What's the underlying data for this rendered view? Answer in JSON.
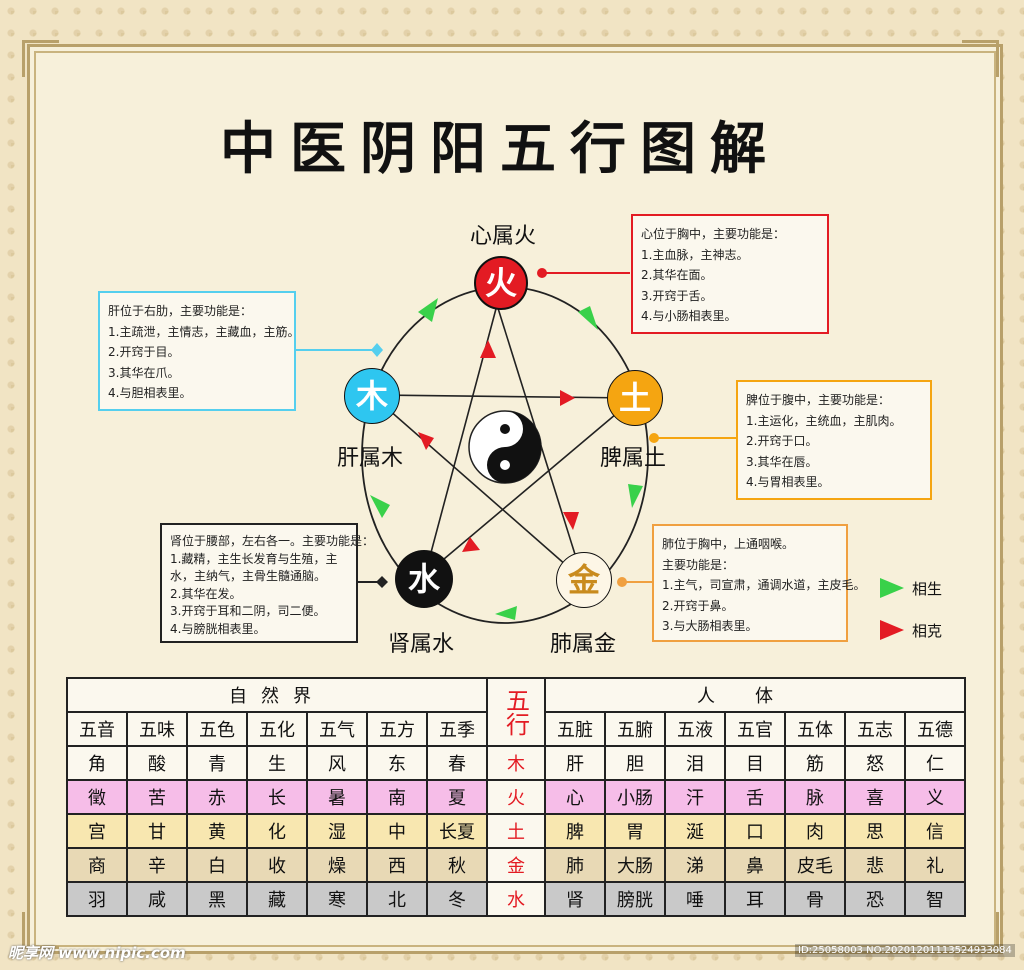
{
  "title": "中医阴阳五行图解",
  "elements": {
    "fire": {
      "char": "火",
      "label": "心属火",
      "color": "#e31b23",
      "text_color": "#ffffff"
    },
    "earth": {
      "char": "土",
      "label": "脾属土",
      "color": "#f5a511",
      "text_color": "#ffffff"
    },
    "metal": {
      "char": "金",
      "label": "肺属金",
      "color": "#fdf6e6",
      "text_color": "#c98b1e"
    },
    "water": {
      "char": "水",
      "label": "肾属水",
      "color": "#111111",
      "text_color": "#ffffff"
    },
    "wood": {
      "char": "木",
      "label": "肝属木",
      "color": "#2ec6f0",
      "text_color": "#ffffff"
    }
  },
  "infoboxes": {
    "heart": {
      "border": "#e31b23",
      "lines": [
        "心位于胸中，主要功能是：",
        "1.主血脉，主神志。",
        "2.其华在面。",
        "3.开窍于舌。",
        "4.与小肠相表里。"
      ]
    },
    "liver": {
      "border": "#55cfee",
      "lines": [
        "肝位于右肋，主要功能是：",
        "1.主疏泄，主情志，主藏血，主筋。",
        "2.开窍于目。",
        "3.其华在爪。",
        "4.与胆相表里。"
      ]
    },
    "spleen": {
      "border": "#f5a511",
      "lines": [
        "脾位于腹中，主要功能是：",
        "1.主运化，主统血，主肌肉。",
        "2.开窍于口。",
        "3.其华在唇。",
        "4.与胃相表里。"
      ]
    },
    "kidney": {
      "border": "#222222",
      "lines": [
        "肾位于腰部，左右各一。主要功能是：",
        "1.藏精，主生长发育与生殖，主",
        "水，主纳气，主骨生髓通脑。",
        "2.其华在发。",
        "3.开窍于耳和二阴，司二便。",
        "4.与膀胱相表里。"
      ]
    },
    "lung": {
      "border": "#f0a040",
      "lines": [
        "肺位于胸中，上通咽喉。",
        "主要功能是：",
        "1.主气，司宣肃，通调水道，主皮毛。",
        "2.开窍于鼻。",
        "3.与大肠相表里。"
      ]
    }
  },
  "legend": {
    "generate": "相生",
    "generate_color": "#39d14a",
    "restrain": "相克",
    "restrain_color": "#e31b23"
  },
  "table": {
    "nature_header": "自然界",
    "wuxing_header": "五行",
    "human_header": "人体",
    "columns": [
      "五音",
      "五味",
      "五色",
      "五化",
      "五气",
      "五方",
      "五季",
      "五脏",
      "五腑",
      "五液",
      "五官",
      "五体",
      "五志",
      "五德"
    ],
    "rows": [
      {
        "color": "#fbf8ee",
        "nature": [
          "角",
          "酸",
          "青",
          "生",
          "风",
          "东",
          "春"
        ],
        "wx": "木",
        "human": [
          "肝",
          "胆",
          "泪",
          "目",
          "筋",
          "怒",
          "仁"
        ]
      },
      {
        "color": "#f6bde8",
        "nature": [
          "徵",
          "苦",
          "赤",
          "长",
          "暑",
          "南",
          "夏"
        ],
        "wx": "火",
        "human": [
          "心",
          "小肠",
          "汗",
          "舌",
          "脉",
          "喜",
          "义"
        ]
      },
      {
        "color": "#f8e7b0",
        "nature": [
          "宫",
          "甘",
          "黄",
          "化",
          "湿",
          "中",
          "长夏"
        ],
        "wx": "土",
        "human": [
          "脾",
          "胃",
          "涎",
          "口",
          "肉",
          "思",
          "信"
        ]
      },
      {
        "color": "#e8d9b5",
        "nature": [
          "商",
          "辛",
          "白",
          "收",
          "燥",
          "西",
          "秋"
        ],
        "wx": "金",
        "human": [
          "肺",
          "大肠",
          "涕",
          "鼻",
          "皮毛",
          "悲",
          "礼"
        ]
      },
      {
        "color": "#c9c9c9",
        "nature": [
          "羽",
          "咸",
          "黑",
          "藏",
          "寒",
          "北",
          "冬"
        ],
        "wx": "水",
        "human": [
          "肾",
          "膀胱",
          "唾",
          "耳",
          "骨",
          "恐",
          "智"
        ]
      }
    ]
  },
  "watermark": {
    "logo": "昵享网 www.nipic.com",
    "id": "ID:25058003 NO:20201201113524933084"
  }
}
